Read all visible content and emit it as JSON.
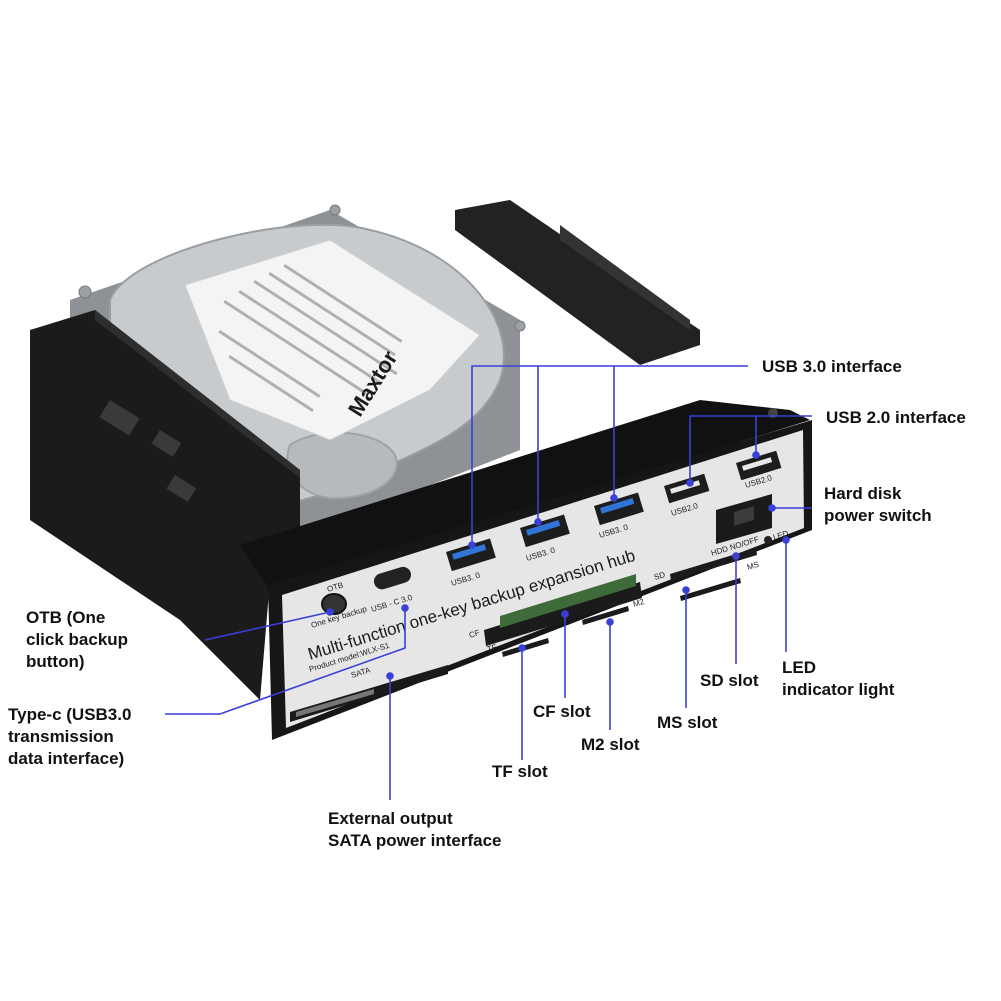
{
  "colors": {
    "leader_line": "#3a3fd8",
    "enclosure": "#1b1b1b",
    "panel": "#e6e6e6",
    "drive": "#bfc3c6",
    "usb3_blue": "#2f74d6"
  },
  "labels": {
    "usb3": "USB 3.0 interface",
    "usb2": "USB 2.0 interface",
    "power_switch": "Hard disk\npower switch",
    "otb": "OTB (One\nclick backup\nbutton)",
    "typec": "Type-c (USB3.0\ntransmission\ndata interface)",
    "sd": "SD slot",
    "led": "LED\nindicator light",
    "cf": "CF slot",
    "ms": "MS slot",
    "m2": "M2 slot",
    "tf": "TF slot",
    "sata": "External output\nSATA power interface"
  },
  "panel": {
    "title": "Multi-function one-key backup expansion hub",
    "model": "Product model:WLX-S1",
    "otb_label": "OTB",
    "otb_sub": "One key backup",
    "typec_label": "USB - C 3.0",
    "usb3_port_label": "USB3. 0",
    "usb2_port_label": "USB2.0",
    "hdd_switch_label": "HDD NO/OFF",
    "led_label": "LED",
    "sata_label": "SATA",
    "cf_label": "CF",
    "tf_label": "TF",
    "m2_label": "M2",
    "sd_label": "SD",
    "ms_label": "MS"
  },
  "drive_label": {
    "brand": "Maxtor"
  }
}
